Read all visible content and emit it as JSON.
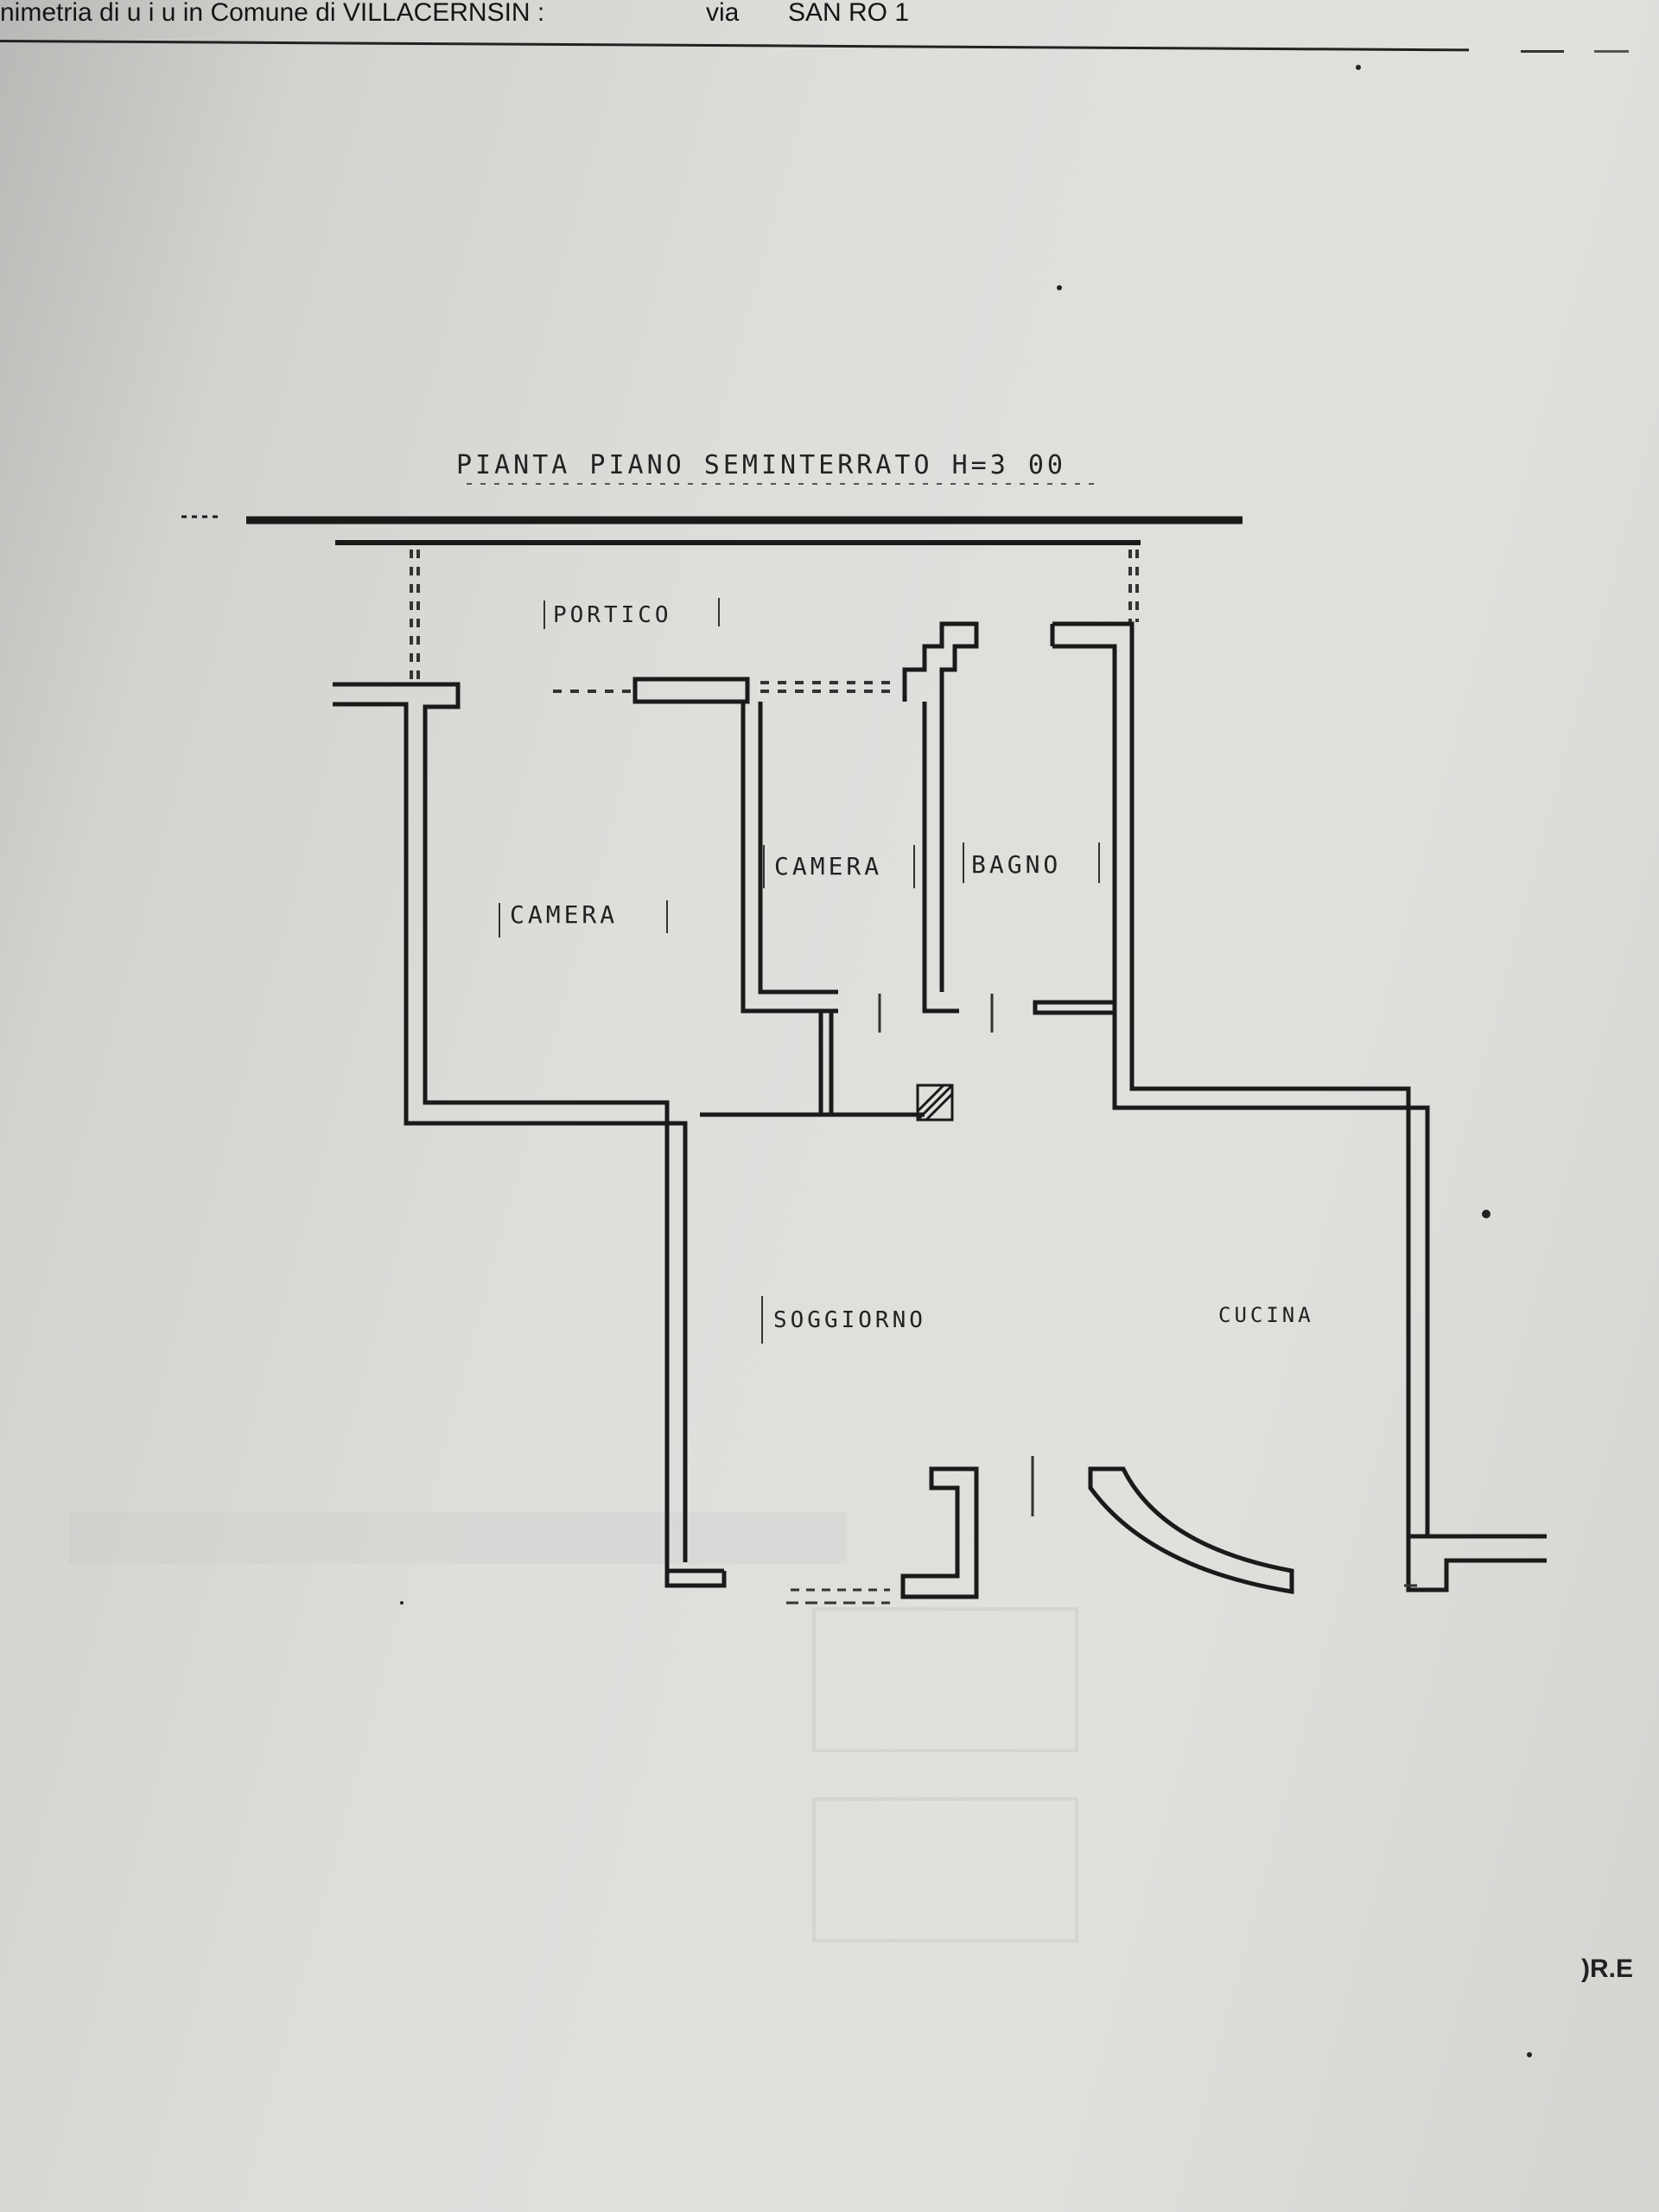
{
  "header": {
    "text": "nimetria di u i u   in Comune di  VILLACERNSIN :",
    "via_label": "via",
    "via_value": "SAN  RO  1"
  },
  "plan": {
    "title": "PIANTA PIANO SEMINTERRATO  H=3 00",
    "rooms": {
      "portico": "PORTICO",
      "camera_1": "CAMERA",
      "camera_2": "CAMERA",
      "bagno": "BAGNO",
      "soggiorno": "SOGGIORNO",
      "cucina": "CUCINA"
    }
  },
  "footer": {
    "text": ")R.E"
  },
  "colors": {
    "paper": "#dededb",
    "ink": "#1a1a1a"
  }
}
